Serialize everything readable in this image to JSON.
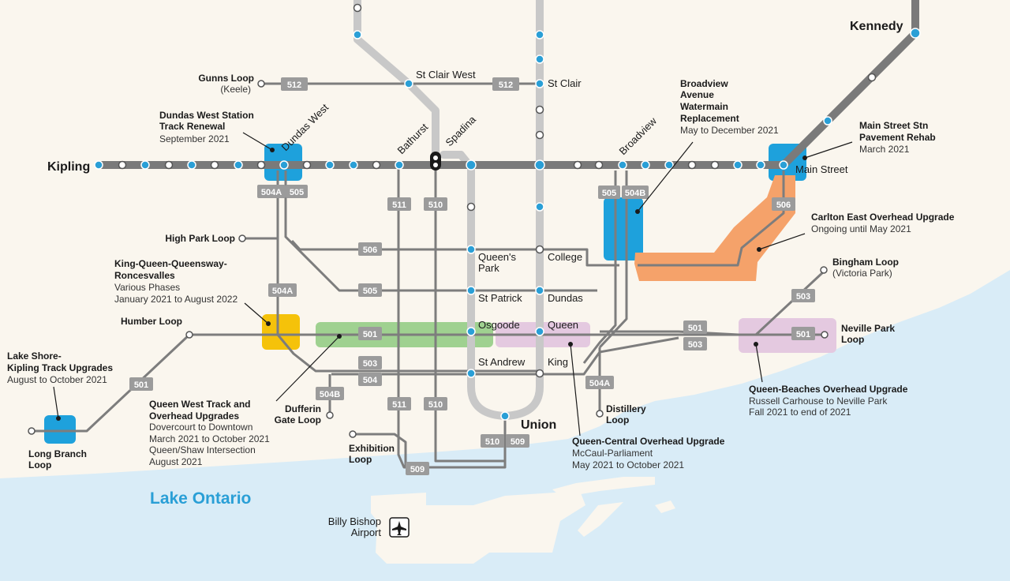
{
  "colors": {
    "water": "#d9ecf7",
    "land": "#faf6ee",
    "subway_line": "#7a7a7a",
    "subway_line_light": "#c8c8c8",
    "streetcar": "#7d7d7d",
    "route_badge": "#9b9b9b",
    "blue_zone": "#1ea1dc",
    "orange_zone": "#f5a26a",
    "green_zone": "#9fd190",
    "pink_zone": "#e4c9e0",
    "yellow_zone": "#f5c20a",
    "accessible": "#2a9fd6",
    "lake_label": "#2a9fd6"
  },
  "lake": {
    "label": "Lake Ontario"
  },
  "airport": {
    "line1": "Billy Bishop",
    "line2": "Airport",
    "icon": "airplane-icon"
  },
  "stations": {
    "kipling": "Kipling",
    "kennedy": "Kennedy",
    "dundas_west": "Dundas West",
    "bathurst": "Bathurst",
    "spadina": "Spadina",
    "broadview": "Broadview",
    "main_street": "Main Street",
    "st_clair_west": "St Clair West",
    "st_clair": "St Clair",
    "queens_park_1": "Queen's",
    "queens_park_2": "Park",
    "college": "College",
    "st_patrick": "St Patrick",
    "dundas": "Dundas",
    "osgoode": "Osgoode",
    "queen": "Queen",
    "st_andrew": "St Andrew",
    "king": "King",
    "union": "Union"
  },
  "loops": {
    "gunns_1": "Gunns Loop",
    "gunns_2": "(Keele)",
    "high_park": "High Park Loop",
    "humber": "Humber Loop",
    "long_branch_1": "Long Branch",
    "long_branch_2": "Loop",
    "dufferin_1": "Dufferin",
    "dufferin_2": "Gate Loop",
    "exhibition_1": "Exhibition",
    "exhibition_2": "Loop",
    "distillery_1": "Distillery",
    "distillery_2": "Loop",
    "bingham_1": "Bingham Loop",
    "bingham_2": "(Victoria Park)",
    "neville_1": "Neville Park",
    "neville_2": "Loop"
  },
  "routes": {
    "r512a": "512",
    "r512b": "512",
    "r504a_top": "504A",
    "r505_top": "505",
    "r511_top": "511",
    "r510_top": "510",
    "r505_bv": "505",
    "r504b_bv": "504B",
    "r506_main": "506",
    "r506_mid": "506",
    "r505_mid": "505",
    "r504a_mid": "504A",
    "r501_mid": "501",
    "r501_e1": "501",
    "r503_e1": "503",
    "r503_bing": "503",
    "r501_nev": "501",
    "r503_w": "503",
    "r504_w": "504",
    "r504b_duf": "504B",
    "r511_low": "511",
    "r510_low": "510",
    "r504a_dist": "504A",
    "r501_lb": "501",
    "r510_union": "510",
    "r509_union": "509",
    "r509_low": "509"
  },
  "annotations": {
    "dundas_west": {
      "line1": "Dundas West Station",
      "line2": "Track Renewal",
      "date": "September 2021"
    },
    "broadview": {
      "line1": "Broadview",
      "line2": "Avenue",
      "line3": "Watermain",
      "line4": "Replacement",
      "date": "May to December 2021"
    },
    "main_street": {
      "line1": "Main Street Stn",
      "line2": "Pavement Rehab",
      "date": "March 2021"
    },
    "carlton": {
      "line1": "Carlton East Overhead Upgrade",
      "date": "Ongoing until May 2021"
    },
    "kqqr": {
      "line1": "King-Queen-Queensway-",
      "line2": "Roncesvalles",
      "d1": "Various Phases",
      "d2": "January 2021 to August 2022"
    },
    "lake_shore": {
      "line1": "Lake Shore-",
      "line2": "Kipling Track Upgrades",
      "date": "August to October 2021"
    },
    "queen_west": {
      "line1": "Queen West Track and",
      "line2": "Overhead Upgrades",
      "d1": "Dovercourt to Downtown",
      "d2": "March 2021 to October 2021",
      "d3": "Queen/Shaw Intersection",
      "d4": "August 2021"
    },
    "queen_central": {
      "line1": "Queen-Central Overhead Upgrade",
      "d1": "McCaul-Parliament",
      "d2": "May 2021 to October 2021"
    },
    "queen_beaches": {
      "line1": "Queen-Beaches Overhead Upgrade",
      "d1": "Russell Carhouse to Neville Park",
      "d2": "Fall 2021 to end of 2021"
    }
  }
}
